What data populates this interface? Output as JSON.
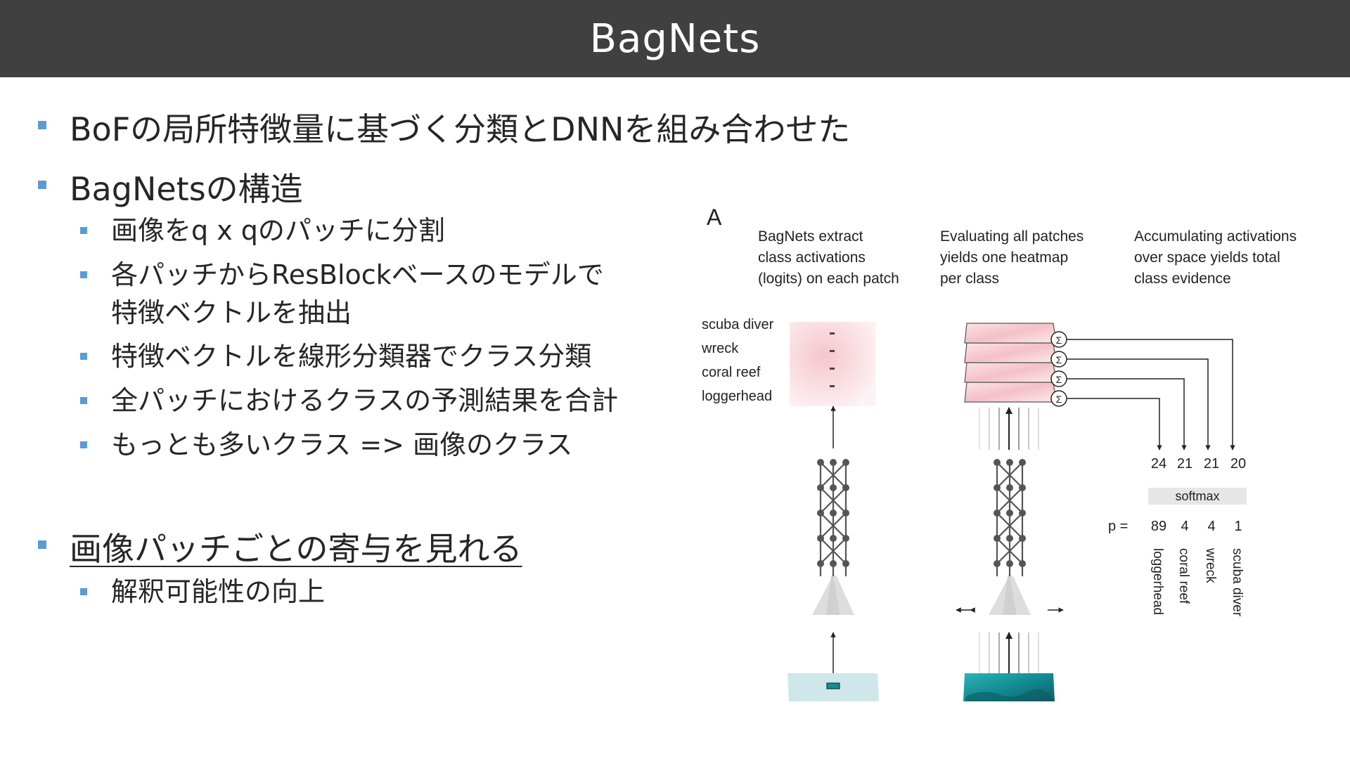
{
  "header": {
    "title": "BagNets"
  },
  "bullets": {
    "b1": "BoFの局所特徴量に基づく分類とDNNを組み合わせた",
    "b2": "BagNetsの構造",
    "b2_1": "画像をq x qのパッチに分割",
    "b2_2_line1": "各パッチからResBlockベースのモデルで",
    "b2_2_line2": "特徴ベクトルを抽出",
    "b2_3": "特徴ベクトルを線形分類器でクラス分類",
    "b2_4": "全パッチにおけるクラスの予測結果を合計",
    "b2_5": "もっとも多いクラス => 画像のクラス",
    "b3": "画像パッチごとの寄与を見れる",
    "b3_1": "解釈可能性の向上"
  },
  "figure": {
    "panel_label": "A",
    "col1": [
      "BagNets extract",
      "class activations",
      "(logits) on each patch"
    ],
    "col2": [
      "Evaluating all patches",
      "yields one heatmap",
      "per class"
    ],
    "col3": [
      "Accumulating activations",
      "over space yields total",
      "class evidence"
    ],
    "classes": [
      "scuba diver",
      "wreck",
      "coral reef",
      "loggerhead"
    ],
    "sum_symbol": "Σ",
    "logits": [
      "24",
      "21",
      "21",
      "20"
    ],
    "softmax_label": "softmax",
    "p_label": "p =",
    "probabilities": [
      "89",
      "4",
      "4",
      "1"
    ],
    "output_classes": [
      "loggerhead",
      "coral reef",
      "wreck",
      "scuba diver"
    ],
    "colors": {
      "heatmap": "#f2b8bf",
      "water": "#1a9aa0",
      "network": "#555555",
      "accent": "#5b9bd5"
    }
  }
}
